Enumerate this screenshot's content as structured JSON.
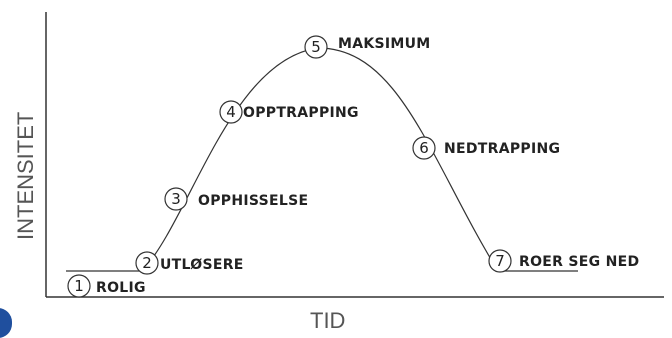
{
  "diagram": {
    "y_axis_label": "INTENSITET",
    "x_axis_label": "TID",
    "stages": [
      {
        "number": "1",
        "label": "ROLIG"
      },
      {
        "number": "2",
        "label": "UTLØSERE"
      },
      {
        "number": "3",
        "label": "OPPHISSELSE"
      },
      {
        "number": "4",
        "label": "OPPTRAPPING"
      },
      {
        "number": "5",
        "label": "MAKSIMUM"
      },
      {
        "number": "6",
        "label": "NEDTRAPPING"
      },
      {
        "number": "7",
        "label": "ROER SEG NED"
      }
    ],
    "colors": {
      "line": "#333333",
      "axis": "#333333",
      "text": "#222222",
      "logo": "#1f4f9e"
    }
  }
}
